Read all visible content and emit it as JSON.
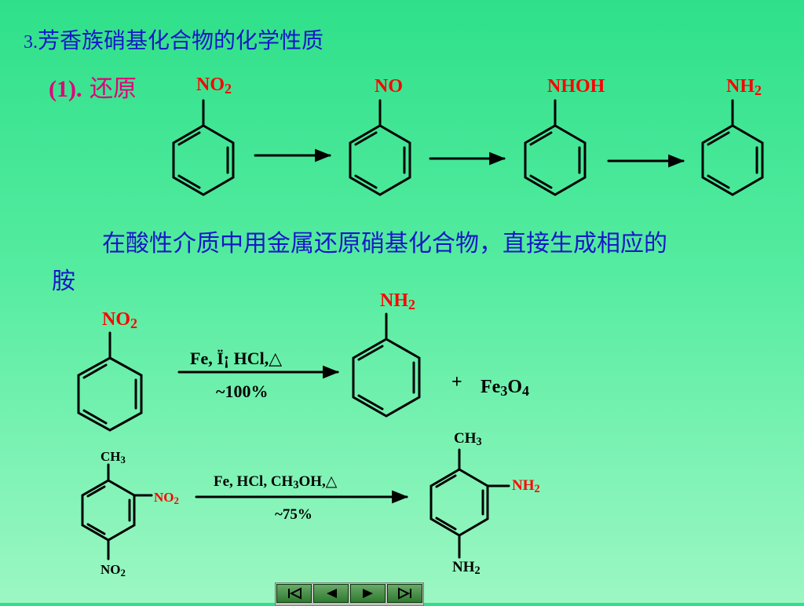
{
  "title": {
    "number": "3.",
    "text": "芳香族硝基化合物的化学性质"
  },
  "subtitle": {
    "number": "(1).",
    "text": "还原"
  },
  "reduction_sequence": {
    "step1": {
      "main": "NO",
      "sub": "2"
    },
    "step2": {
      "main": "NO",
      "sub": ""
    },
    "step3": {
      "main": "NHOH",
      "sub": ""
    },
    "step4": {
      "main": "NH",
      "sub": "2"
    }
  },
  "description": "在酸性介质中用金属还原硝基化合物，直接生成相应的胺",
  "reaction1": {
    "reactant_group": {
      "main": "NO",
      "sub": "2"
    },
    "product_group": {
      "main": "NH",
      "sub": "2"
    },
    "conditions_top": "Fe, Ï¡ HCl,",
    "delta": "△",
    "conditions_bottom": "~100%",
    "plus": "+",
    "byproduct": {
      "a": "Fe",
      "a_sub": "3",
      "b": "O",
      "b_sub": "4"
    }
  },
  "reaction2": {
    "reactant_top": {
      "main": "CH",
      "sub": "3"
    },
    "reactant_side": {
      "main": "NO",
      "sub": "2"
    },
    "reactant_bottom": {
      "main": "NO",
      "sub": "2"
    },
    "conditions_top": {
      "a": "Fe, HCl, CH",
      "a_sub": "3",
      "b": "OH,"
    },
    "delta": "△",
    "conditions_bottom": "~75%",
    "product_top": {
      "main": "CH",
      "sub": "3"
    },
    "product_side": {
      "main": "NH",
      "sub": "2"
    },
    "product_bottom": {
      "main": "NH",
      "sub": "2"
    }
  },
  "navigation": {
    "first": "first-slide",
    "prev": "previous-slide",
    "next": "next-slide",
    "last": "last-slide"
  }
}
